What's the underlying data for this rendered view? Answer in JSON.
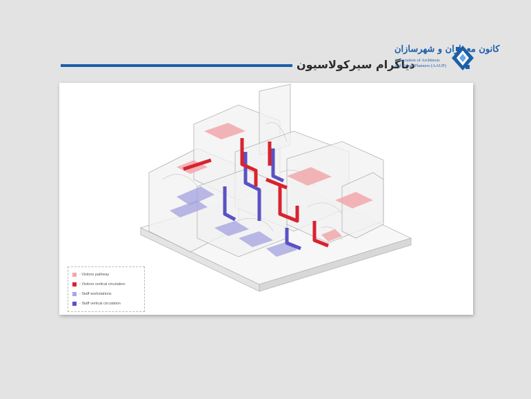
{
  "header": {
    "title": "دیاگرام سیرکولاسیون"
  },
  "logo": {
    "name_fa": "کانون معماران و شهرسازان",
    "name_en_line1": "Association of Architects",
    "name_en_line2": "and Urban Planners (AAUP)",
    "icon": "aaup-logo-icon"
  },
  "legend": {
    "items": [
      {
        "label": "- Visitors pathway",
        "color": "#f1a7ab"
      },
      {
        "label": "- Visitors vertical circulation",
        "color": "#d8232f"
      },
      {
        "label": "- Staff workstations",
        "color": "#a9a6e0"
      },
      {
        "label": "- Staff vertical circulation",
        "color": "#5a52c4"
      }
    ]
  },
  "colors": {
    "accent": "#1b5fa8",
    "background": "#e3e3e4",
    "panel": "#ffffff"
  }
}
